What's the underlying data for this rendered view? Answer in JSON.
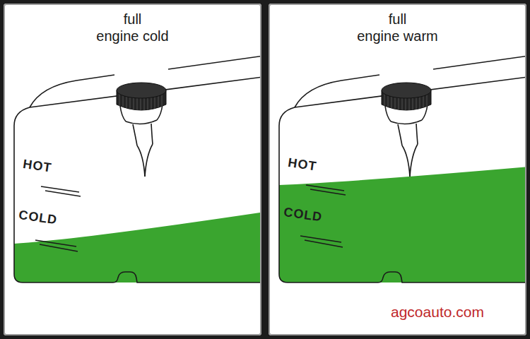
{
  "diagram": {
    "nodes": [
      {
        "text": [
          "full",
          "engine cold"
        ]
      },
      {
        "text": [
          "full",
          "engine warm"
        ]
      }
    ],
    "labels": [
      "HOT",
      "COLD",
      "HOT",
      "COLD",
      "agcoauto.com"
    ]
  }
}
